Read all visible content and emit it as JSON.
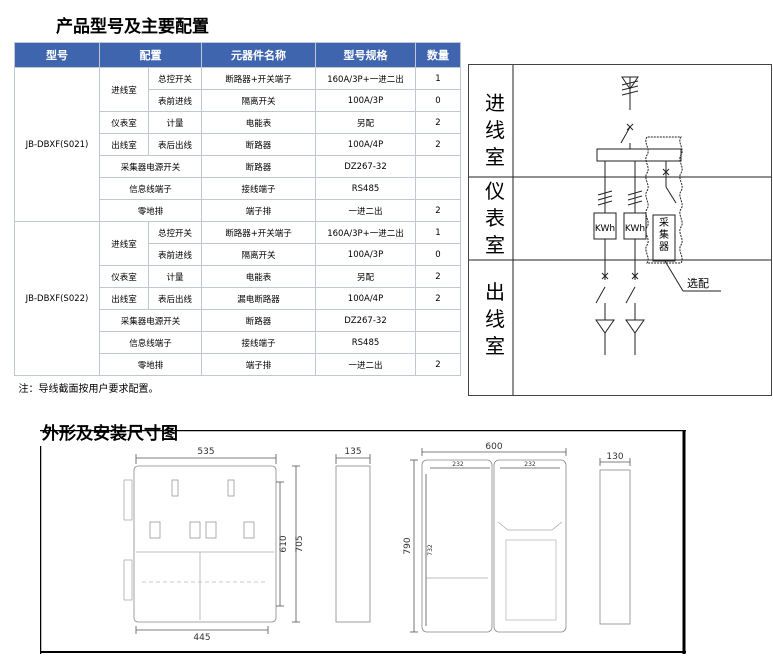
{
  "section1_title": "产品型号及主要配置",
  "section2_title": "外形及安装尺寸图",
  "table": {
    "headers": [
      "型号",
      "配置",
      "元器件名称",
      "型号规格",
      "数量"
    ],
    "models": [
      {
        "model": "JB-DBXF(S021)",
        "rows": [
          {
            "group": "进线室",
            "sub": "总控开关",
            "component": "断路器+开关端子",
            "spec": "160A/3P+一进二出",
            "qty": "1"
          },
          {
            "group": "进线室",
            "sub": "表前进线",
            "component": "隔离开关",
            "spec": "100A/3P",
            "qty": "0"
          },
          {
            "group": "仪表室",
            "sub": "计量",
            "component": "电能表",
            "spec": "另配",
            "qty": "2"
          },
          {
            "group": "出线室",
            "sub": "表后出线",
            "component": "断路器",
            "spec": "100A/4P",
            "qty": "2"
          },
          {
            "merged": "采集器电源开关",
            "component": "断路器",
            "spec": "DZ267-32",
            "qty": ""
          },
          {
            "merged": "信息线端子",
            "component": "接线端子",
            "spec": "RS485",
            "qty": ""
          },
          {
            "merged": "零地排",
            "component": "端子排",
            "spec": "一进二出",
            "qty": "2"
          }
        ]
      },
      {
        "model": "JB-DBXF(S022)",
        "rows": [
          {
            "group": "进线室",
            "sub": "总控开关",
            "component": "断路器+开关端子",
            "spec": "160A/3P+一进二出",
            "qty": "1"
          },
          {
            "group": "进线室",
            "sub": "表前进线",
            "component": "隔离开关",
            "spec": "100A/3P",
            "qty": "0"
          },
          {
            "group": "仪表室",
            "sub": "计量",
            "component": "电能表",
            "spec": "另配",
            "qty": "2"
          },
          {
            "group": "出线室",
            "sub": "表后出线",
            "component": "漏电断路器",
            "spec": "100A/4P",
            "qty": "2"
          },
          {
            "merged": "采集器电源开关",
            "component": "断路器",
            "spec": "DZ267-32",
            "qty": ""
          },
          {
            "merged": "信息线端子",
            "component": "接线端子",
            "spec": "RS485",
            "qty": ""
          },
          {
            "merged": "零地排",
            "component": "端子排",
            "spec": "一进二出",
            "qty": "2"
          }
        ]
      }
    ],
    "note": "注：导线截面按用户要求配置。"
  },
  "wiring": {
    "rooms": [
      "进线室",
      "仪表室",
      "出线室"
    ],
    "meter_label": "KWh",
    "collector_label": "采集器",
    "optional_label": "选配"
  },
  "dimensions": {
    "front_width": "535",
    "bottom_width": "445",
    "inner_height": "610",
    "outer_height": "705",
    "side_depth": "135",
    "open_width": "600",
    "open_height": "790",
    "inner_open_height": "732",
    "door_width_left": "232",
    "door_width_right": "232",
    "open_side_depth": "130"
  }
}
